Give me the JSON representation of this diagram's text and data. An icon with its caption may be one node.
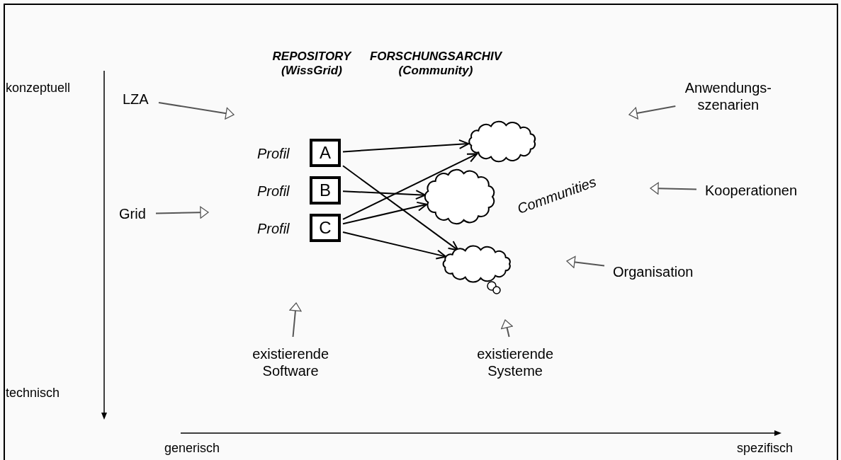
{
  "diagram": {
    "nodes": [
      {
        "text": [
          "A"
        ],
        "beside": [
          "Profil"
        ]
      },
      {
        "text": [
          "B"
        ],
        "beside": [
          "Profil"
        ]
      },
      {
        "text": [
          "C"
        ],
        "beside": [
          "Profil"
        ]
      },
      {
        "text": [],
        "shape": "cloud"
      },
      {
        "text": [],
        "shape": "cloud"
      },
      {
        "text": [],
        "shape": "cloud"
      },
      {
        "text": [
          "LZA"
        ]
      },
      {
        "text": [
          "Grid"
        ]
      },
      {
        "text": [
          "existierende Software"
        ]
      },
      {
        "text": [
          "Anwendungs- szenarien"
        ]
      },
      {
        "text": [
          "Kooperationen"
        ]
      },
      {
        "text": [
          "Organisation"
        ]
      },
      {
        "text": [
          "existierende Systeme"
        ]
      }
    ],
    "edges": [
      {
        "from": 0,
        "to": 3,
        "arrow": "to"
      },
      {
        "from": 0,
        "to": 5,
        "arrow": "to"
      },
      {
        "from": 1,
        "to": 4,
        "arrow": "to"
      },
      {
        "from": 2,
        "to": 3,
        "arrow": "to"
      },
      {
        "from": 2,
        "to": 4,
        "arrow": "to"
      },
      {
        "from": 2,
        "to": 5,
        "arrow": "to"
      },
      {
        "from": 6,
        "to": null,
        "arrow": "to"
      },
      {
        "from": 7,
        "to": null,
        "arrow": "to"
      },
      {
        "from": 8,
        "to": null,
        "arrow": "to"
      },
      {
        "from": 9,
        "to": null,
        "arrow": "to"
      },
      {
        "from": 10,
        "to": null,
        "arrow": "to"
      },
      {
        "from": 11,
        "to": null,
        "arrow": "to"
      },
      {
        "from": 12,
        "to": null,
        "arrow": "to"
      }
    ],
    "labels": [
      "REPOSITORY (WissGrid)",
      "FORSCHUNGSARCHIV (Community)",
      "konzeptuell",
      "Communities",
      "technisch",
      "generisch",
      "spezifisch"
    ]
  }
}
